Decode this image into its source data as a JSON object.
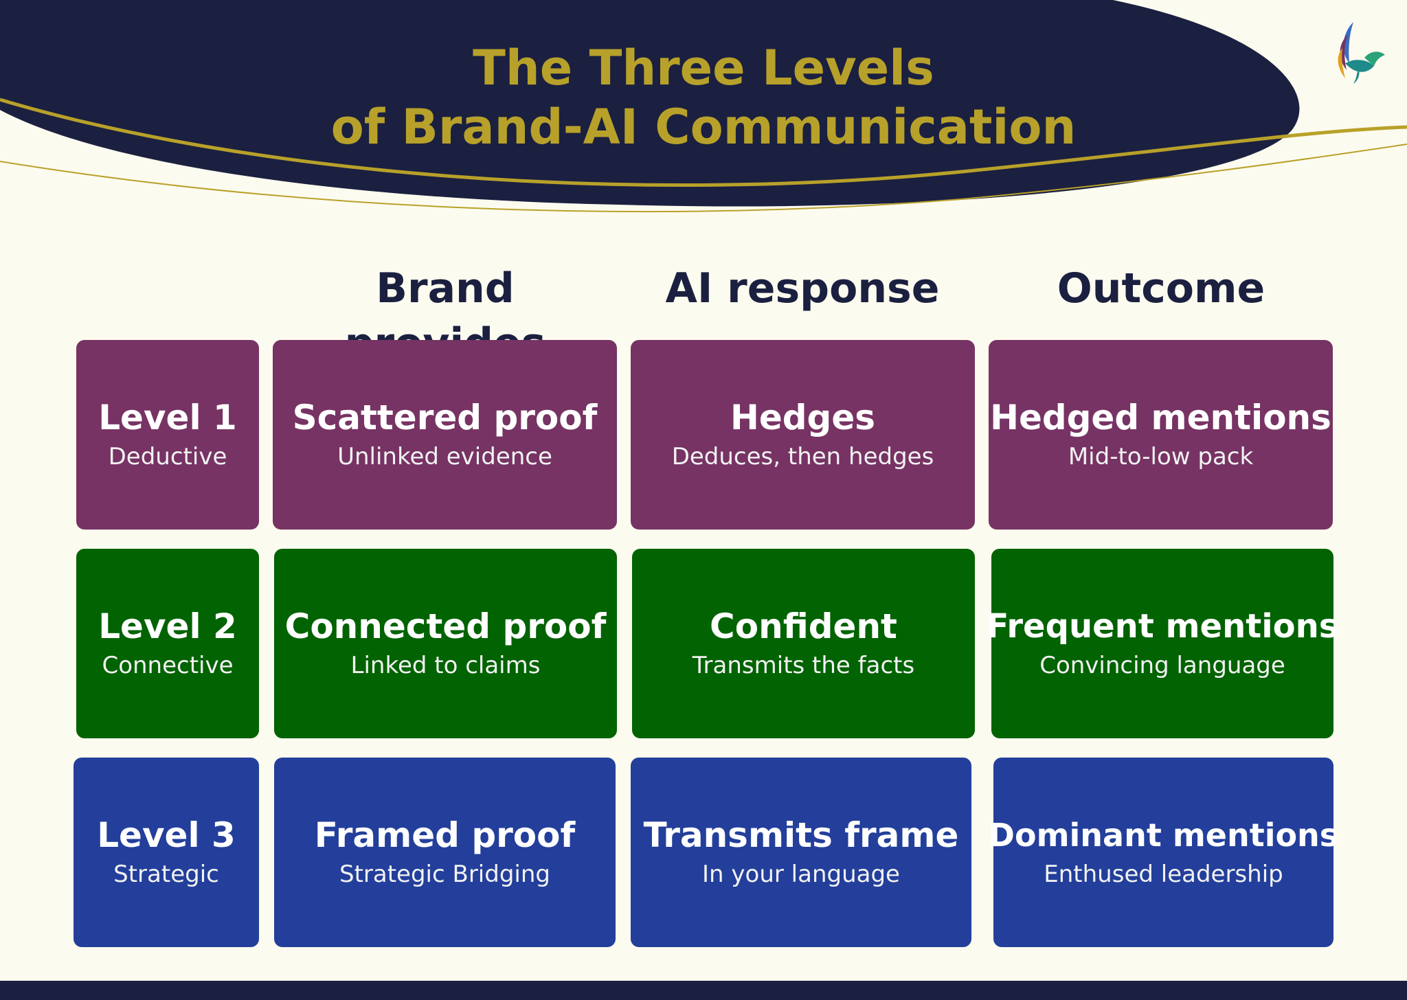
{
  "title": {
    "line1": "The Three Levels",
    "line2": "of Brand-AI Communication"
  },
  "colors": {
    "navy": "#1b2040",
    "gold": "#b8a12a",
    "background": "#fcfbef",
    "level1": "#773364",
    "level2": "#026302",
    "level3": "#233f9b"
  },
  "columns": {
    "brand": "Brand provides",
    "ai": "AI response",
    "outcome": "Outcome"
  },
  "rows": [
    {
      "level": "Level 1",
      "level_sub": "Deductive",
      "brand": "Scattered proof",
      "brand_sub": "Unlinked evidence",
      "ai": "Hedges",
      "ai_sub": "Deduces, then hedges",
      "outcome": "Hedged mentions",
      "outcome_sub": "Mid-to-low pack"
    },
    {
      "level": "Level 2",
      "level_sub": "Connective",
      "brand": "Connected proof",
      "brand_sub": "Linked to claims",
      "ai": "Confident",
      "ai_sub": "Transmits the facts",
      "outcome": "Frequent mentions",
      "outcome_sub": "Convincing language"
    },
    {
      "level": "Level 3",
      "level_sub": "Strategic",
      "brand": "Framed proof",
      "brand_sub": "Strategic Bridging",
      "ai": "Transmits frame",
      "ai_sub": "In your language",
      "outcome": "Dominant mentions",
      "outcome_sub": "Enthused leadership"
    }
  ],
  "icons": {
    "logo": "hummingbird-logo-icon"
  }
}
